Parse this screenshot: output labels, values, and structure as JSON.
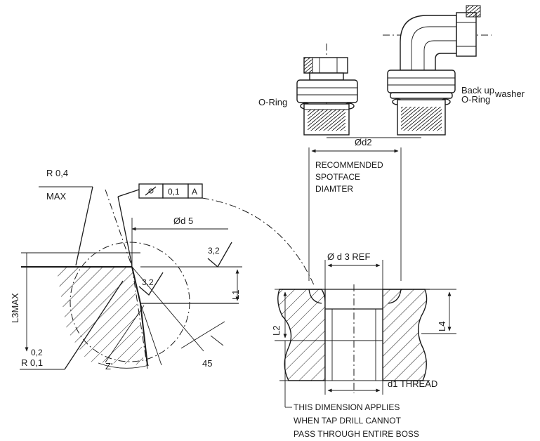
{
  "fittings": {
    "oring_left_label": "O-Ring",
    "backup_washer_label_1": "Back up",
    "backup_washer_label_2": "washer",
    "oring_right_label": "O-Ring"
  },
  "dimensions": {
    "d2_label": "Ød2",
    "spotface_line1": "RECOMMENDED",
    "spotface_line2": "SPOTFACE",
    "spotface_line3": "DIAMTER",
    "r04_label": "R 0,4",
    "max_label": "MAX",
    "tolerance_flatness_value": "0,1",
    "tolerance_datum": "A",
    "d5_label": "Ød 5",
    "roughness_1": "3,2",
    "roughness_2": "3,2",
    "l1_label": "L1",
    "l3max_label": "L3MAX",
    "r01_sup": "0,2",
    "r01_label": "R 0,1",
    "z_label": "Z'",
    "angle_label": "45",
    "d3_label": "Ø d 3  REF",
    "l2_label": "L2",
    "l4_label": "L4",
    "d1_label": "d1 THREAD"
  },
  "notes": {
    "line1": "THIS DIMENSION APPLIES",
    "line2": "WHEN TAP DRILL CANNOT",
    "line3": "PASS THROUGH ENTIRE BOSS"
  }
}
